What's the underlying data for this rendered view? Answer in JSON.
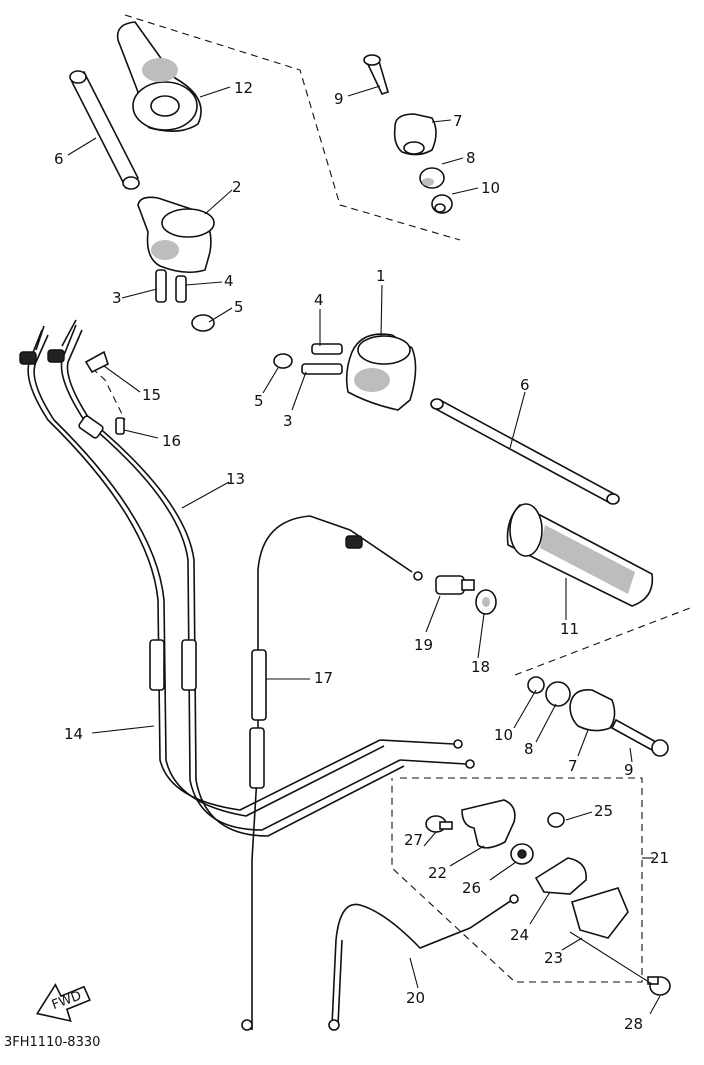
{
  "diagram": {
    "drawing_code": "3FH1110-8330",
    "direction_badge": "FWD",
    "callouts": [
      {
        "id": "c12a",
        "text": "12"
      },
      {
        "id": "c6a",
        "text": "6"
      },
      {
        "id": "c2",
        "text": "2"
      },
      {
        "id": "c3a",
        "text": "3"
      },
      {
        "id": "c4a",
        "text": "4"
      },
      {
        "id": "c5a",
        "text": "5"
      },
      {
        "id": "c9a",
        "text": "9"
      },
      {
        "id": "c7a",
        "text": "7"
      },
      {
        "id": "c8a",
        "text": "8"
      },
      {
        "id": "c10a",
        "text": "10"
      },
      {
        "id": "c1",
        "text": "1"
      },
      {
        "id": "c4b",
        "text": "4"
      },
      {
        "id": "c5b",
        "text": "5"
      },
      {
        "id": "c3b",
        "text": "3"
      },
      {
        "id": "c6b",
        "text": "6"
      },
      {
        "id": "c15",
        "text": "15"
      },
      {
        "id": "c16",
        "text": "16"
      },
      {
        "id": "c13",
        "text": "13"
      },
      {
        "id": "c19",
        "text": "19"
      },
      {
        "id": "c18",
        "text": "18"
      },
      {
        "id": "c11",
        "text": "11"
      },
      {
        "id": "c17",
        "text": "17"
      },
      {
        "id": "c14",
        "text": "14"
      },
      {
        "id": "c10b",
        "text": "10"
      },
      {
        "id": "c8b",
        "text": "8"
      },
      {
        "id": "c7b",
        "text": "7"
      },
      {
        "id": "c9b",
        "text": "9"
      },
      {
        "id": "c27",
        "text": "27"
      },
      {
        "id": "c25",
        "text": "25"
      },
      {
        "id": "c22",
        "text": "22"
      },
      {
        "id": "c26",
        "text": "26"
      },
      {
        "id": "c21",
        "text": "21"
      },
      {
        "id": "c24",
        "text": "24"
      },
      {
        "id": "c23",
        "text": "23"
      },
      {
        "id": "c20",
        "text": "20"
      },
      {
        "id": "c28",
        "text": "28"
      }
    ]
  }
}
